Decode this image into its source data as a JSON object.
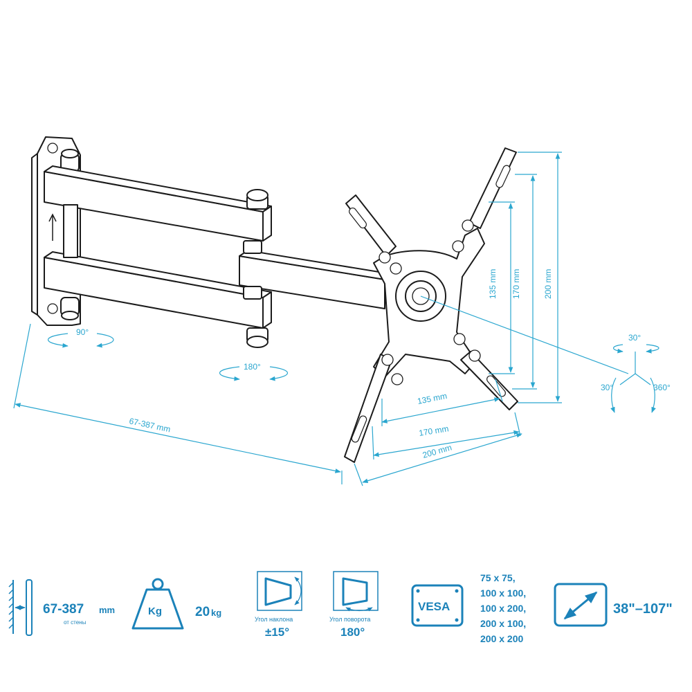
{
  "diagram": {
    "rotation_labels": {
      "wall_swivel": "90°",
      "arm_swivel": "180°",
      "tilt_top": "30°",
      "tilt_side": "30°",
      "rotation": "360°"
    },
    "dimensions": {
      "wall_distance": "67-387 mm",
      "vertical_135": "135 mm",
      "vertical_170": "170 mm",
      "vertical_200": "200 mm",
      "horizontal_135": "135 mm",
      "horizontal_170": "170 mm",
      "horizontal_200": "200 mm"
    }
  },
  "specs": {
    "distance_value": "67-387",
    "distance_unit": "mm",
    "distance_caption": "от стены",
    "weight_icon_label": "Kg",
    "load_value": "20",
    "load_unit": "kg",
    "tilt_caption": "Угол наклона",
    "tilt_value": "±15°",
    "swivel_caption": "Угол поворота",
    "swivel_value": "180°",
    "vesa_label": "VESA",
    "vesa_sizes": [
      "75 x 75,",
      "100 x 100,",
      "100 x 200,",
      "200 x 100,",
      "200 x 200"
    ],
    "screen_size": "38\"–107\""
  },
  "colors": {
    "accent": "#1b82b9",
    "dimension": "#2aa6cf",
    "outline": "#1b1b1b"
  }
}
